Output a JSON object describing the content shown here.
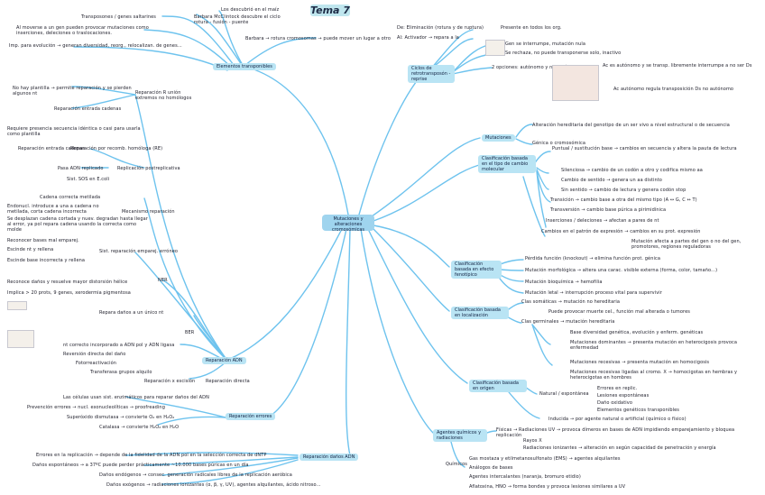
{
  "title": "Tema 7",
  "center": "Mutaciones y alteraciones cromosómicas",
  "branches": {
    "elementos": "Elementos transponibles",
    "reparacion": "Reparación ADN",
    "reparacion_errores": "Reparación errores",
    "reparacion_danos": "Reparación daños ADN",
    "ciclos": "Ciclos de retrotransposón - reprise",
    "mutaciones": "Mutaciones",
    "clas_tipo": "Clasificación basada en el tipo de cambio molecular",
    "clas_efecto": "Clasificación basada en efecto fenotípico",
    "clas_local": "Clasificación basada en localización",
    "clas_origen": "Clasificación basada en origen",
    "agentes": "Agentes químicos y radiaciones"
  },
  "top_left": [
    "Los descubrió en el maíz",
    "Barbara McClintock descubre el ciclo rotura - fusión - puente",
    "Transposones / genes saltarines",
    "Al moverse a un gen pueden provocar mutaciones como inserciones, deleciones o traslocaciones.",
    "Imp. para evolución → generan diversidad, reorg., relocalizan. de genes...",
    "Barbara → rotura cromosomas → puede mover un lugar a otro"
  ],
  "left_repair_texts": [
    "No hay plantilla → permite reparación y se pierden algunos nt",
    "Reparación R unión extremos no homólogos",
    "Reparación entrada cadenas",
    "Requiere presencia secuencia idéntica o casi para usarla como plantilla",
    "Reparación entrada cadenas",
    "Reparación por recomb. homóloga (RE)",
    "Pasa ADN replicado",
    "Replicación postreplicativa",
    "Sist. SOS en E.coli",
    "Cadena correcta metilada",
    "Endonucl. introduce a una a cadena no metilada, corta cadena incorrecta",
    "Mecanismo reparación",
    "Se desplazan cadena cortada y nuev. degradan hasta llegar al error, ya pol repara cadena usando la correcta como molde",
    "Reconocer bases mal emparej.",
    "Sist. reparación emparej. erróneo",
    "Escinde base incorrecta y rellena",
    "Escinde nt y rellena",
    "NER",
    "Reconoce daños y resuelve mayor distorsión hélice",
    "Implica > 20 prots, 9 genes, xerodermia pigmentosa",
    "Repara daños a un único nt",
    "BER",
    "nt correcto incorporado a ADN pol y ADN ligasa",
    "Reversión directa del daño",
    "Fotorreactivación",
    "Transferasa grupos alquilo",
    "Reparación x escisión",
    "Reparación directa"
  ],
  "left_errors": [
    "Las células usan sist. enzimáticos para reparar daños del ADN",
    "Prevención errores → nucl. exonucleolíticas → proofreading",
    "Superóxido dismutasa → convierte O₂ en H₂O₂",
    "Catalasa → convierte H₂O₂ en H₂O"
  ],
  "bottom_left": [
    "Errores en la replicación → depende de la fidelidad de la ADN pol en la selección correcta de dNTP",
    "Daños espontáneos → a 37ºC puede perder prácticamente ~10.000 bases púricas en un día",
    "Daños endógenos → consec. generación radicales libres de la replicación aeróbica",
    "Daños exógenos → radiaciones ionizantes (α, β, γ, UV), agentes alquilantes, ácido nitroso..."
  ],
  "right_top": [
    "De: Eliminación (rotura y de ruptura)",
    "Al: Activador → repara a la",
    "Presente en todos los org.",
    "Gen se interrumpe, mutación nula",
    "Se rechaza, no puede transponerse solo, inactivo",
    "2 opciones: autónomo y no autónomo",
    "Ac es autónomo y se transp. libremente interrumpe a no ser Ds",
    "Ac autónomo regula transposición Ds no autónomo"
  ],
  "right_mutaciones": [
    "Alteración hereditaria del genotipo de un ser vivo a nivel estructural o de secuencia",
    "Génica o cromosómica"
  ],
  "right_tipo": [
    "Puntual / sustitución base → cambios en secuencia y altera la pauta de lectura",
    "Silenciosa → cambio de un codón a otro y codifica mismo aa",
    "Cambio de sentido → genera un aa distinto",
    "Sin sentido → cambio de lectura y genera codón stop",
    "Transición → cambio base a otra del mismo tipo (A ↔ G, C ↔ T)",
    "Transversión → cambio base púrica a pirimidínica",
    "Inserciones / deleciones → afectan a pares de nt",
    "Cambios en el patrón de expresión → cambios en su prot. expresión",
    "Mutación afecta a partes del gen o no del gen, promotores, regiones reguladoras"
  ],
  "right_efecto": [
    "Pérdida función (knockout) → elimina función prot. génica",
    "Mutación morfológica → altera una carac. visible externa (forma, color, tamaño...)",
    "Mutación bioquímica → hemofilia",
    "Mutación letal → interrupción proceso vital para supervivir"
  ],
  "right_local": [
    "Clas somáticas → mutación no hereditaria",
    "Puede provocar muerte cel., función mal alterada o tumores",
    "Clas germinales → mutación hereditaria",
    "Base diversidad genética, evolución y enferm. genéticas",
    "Mutaciones dominantes → presenta mutación en heterocigosis provoca enfermedad",
    "Mutaciones recesivas → presenta mutación en homocigosis",
    "Mutaciones recesivas ligadas al cromo. X → homocigotas en hembras y heterocigotas en hombres"
  ],
  "right_origen": [
    "Natural / espontánea",
    "Errores en replic.",
    "Lesiones espontáneas",
    "Daño oxidativo",
    "Elementos genéticos transponibles",
    "Inducida → por agente natural o artificial (químico o físico)"
  ],
  "right_agentes": [
    "Físicas → Radiaciones UV → provoca dímeros en bases de ADN impidiendo emparejamiento y bloquea replicación",
    "Rayos X",
    "Radiaciones ionizantes → alteración en según capacidad de penetración y energía",
    "Químicos",
    "Gas mostaza y etilmetanosulfonato (EMS) → agentes alquilantes",
    "Análogos de bases",
    "Agentes intercalantes (naranja, bromuro etidio)",
    "Aflatoxina, HNO → forma bondes y provoca lesiones similares a UV"
  ],
  "colors": {
    "line": "#6ec3ee",
    "node": "#b9e4f4",
    "title": "#bfe6ee"
  }
}
